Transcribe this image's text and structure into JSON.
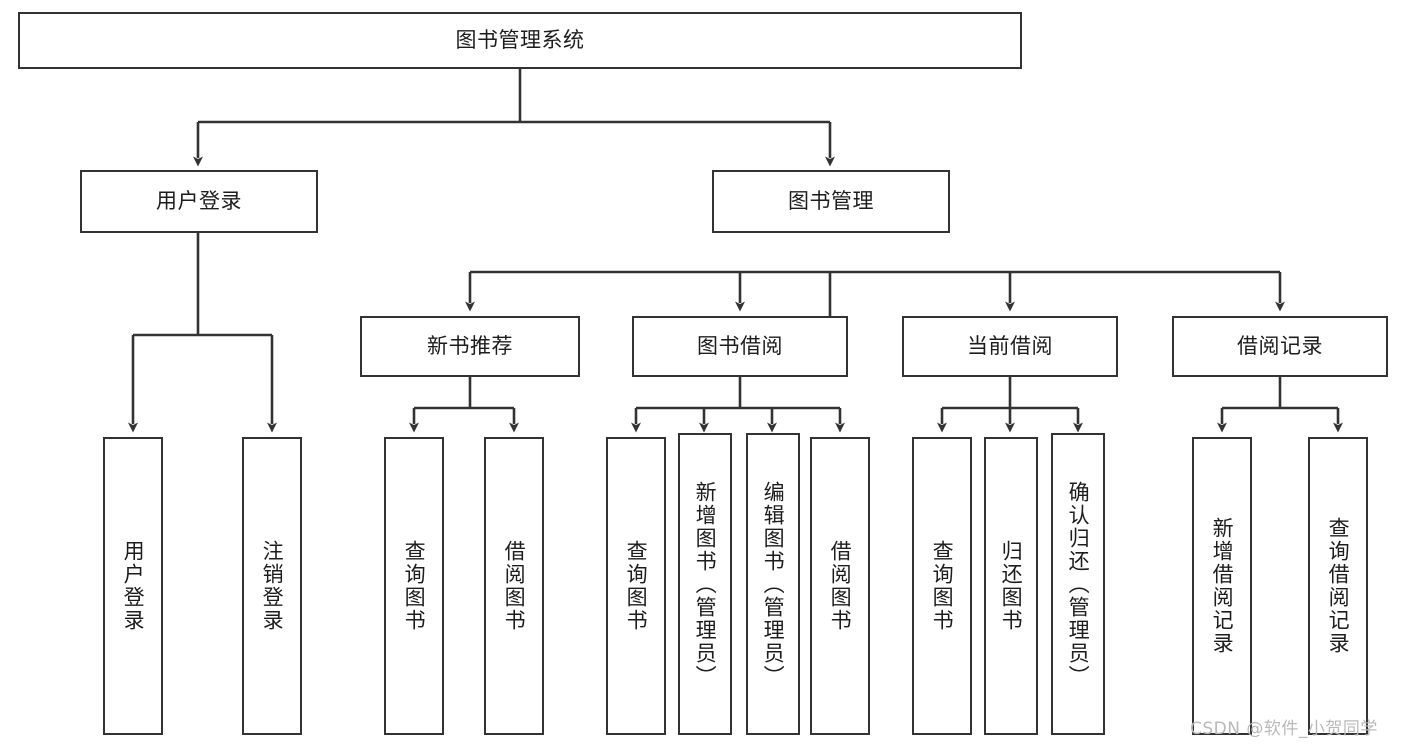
{
  "diagram": {
    "type": "tree-hierarchy-chart",
    "root": {
      "label": "图书管理系统"
    },
    "level2": [
      {
        "id": "user-login",
        "label": "用户登录"
      },
      {
        "id": "book-manage",
        "label": "图书管理"
      }
    ],
    "level3": [
      {
        "id": "new-book-rec",
        "label": "新书推荐"
      },
      {
        "id": "book-borrow",
        "label": "图书借阅"
      },
      {
        "id": "current-borrow",
        "label": "当前借阅"
      },
      {
        "id": "borrow-record",
        "label": "借阅记录"
      }
    ],
    "leaves": {
      "user_login": [
        {
          "id": "leaf-user-login",
          "label": "用户登录"
        },
        {
          "id": "leaf-logout",
          "label": "注销登录"
        }
      ],
      "new_book_rec": [
        {
          "id": "leaf-query-book-1",
          "label": "查询图书"
        },
        {
          "id": "leaf-borrow-book-1",
          "label": "借阅图书"
        }
      ],
      "book_borrow": [
        {
          "id": "leaf-query-book-2",
          "label": "查询图书"
        },
        {
          "id": "leaf-add-book",
          "label": "新增图书（管理员）"
        },
        {
          "id": "leaf-edit-book",
          "label": "编辑图书（管理员）"
        },
        {
          "id": "leaf-borrow-book-2",
          "label": "借阅图书"
        }
      ],
      "current_borrow": [
        {
          "id": "leaf-query-book-3",
          "label": "查询图书"
        },
        {
          "id": "leaf-return-book",
          "label": "归还图书"
        },
        {
          "id": "leaf-confirm-return",
          "label": "确认归还（管理员）"
        }
      ],
      "borrow_record": [
        {
          "id": "leaf-add-record",
          "label": "新增借阅记录"
        },
        {
          "id": "leaf-query-record",
          "label": "查询借阅记录"
        }
      ]
    }
  },
  "watermark": {
    "text": "CSDN @软件_小贺同学"
  },
  "colors": {
    "stroke": "#333333",
    "box_fill": "#ffffff",
    "text": "#1d1d1d",
    "watermark": "#b9b9b9",
    "background": "#ffffff"
  }
}
